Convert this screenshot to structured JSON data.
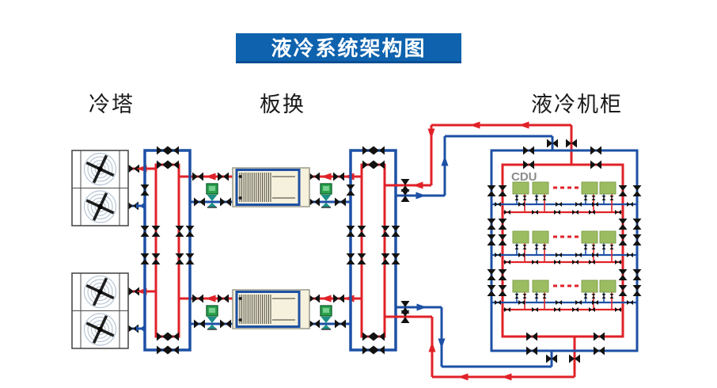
{
  "title": {
    "text": "液冷系统架构图"
  },
  "labels": {
    "cooling_tower": "冷塔",
    "plate_hx": "板换",
    "cabinet": "液冷机柜",
    "cdu": "CDU"
  },
  "colors": {
    "banner_bg": "#0e62ae",
    "banner_text": "#ffffff",
    "pipe_hot": "#e02228",
    "pipe_cold": "#1d50a5",
    "valve": "#121212",
    "cdu_unit": "#9cbc62",
    "cdu_unit_edge": "#7fa04a",
    "pump_motor": "#2aa14c",
    "pump_motor_edge": "#0d5c2a",
    "pump_body": "#1b8f85",
    "hx_fill": "#f6f1dc",
    "hx_frame": "#1d50a5",
    "hx_outer": "#9a9a8c",
    "hx_plates": "#44443a",
    "hx_stub": "#77776a",
    "tower_frame": "#4b4b4b",
    "fan_ring": "#b8c6d6",
    "fan_blade": "#1f1f1f",
    "cdu_label": "#8b8b8b",
    "label_text": "#1a1a1a"
  },
  "structure": {
    "cooling_towers": 2,
    "fans_per_tower": 2,
    "plate_heat_exchangers": 2,
    "pumps": 4,
    "cabinet_rows": 3,
    "cdu_units_per_row": 4
  }
}
